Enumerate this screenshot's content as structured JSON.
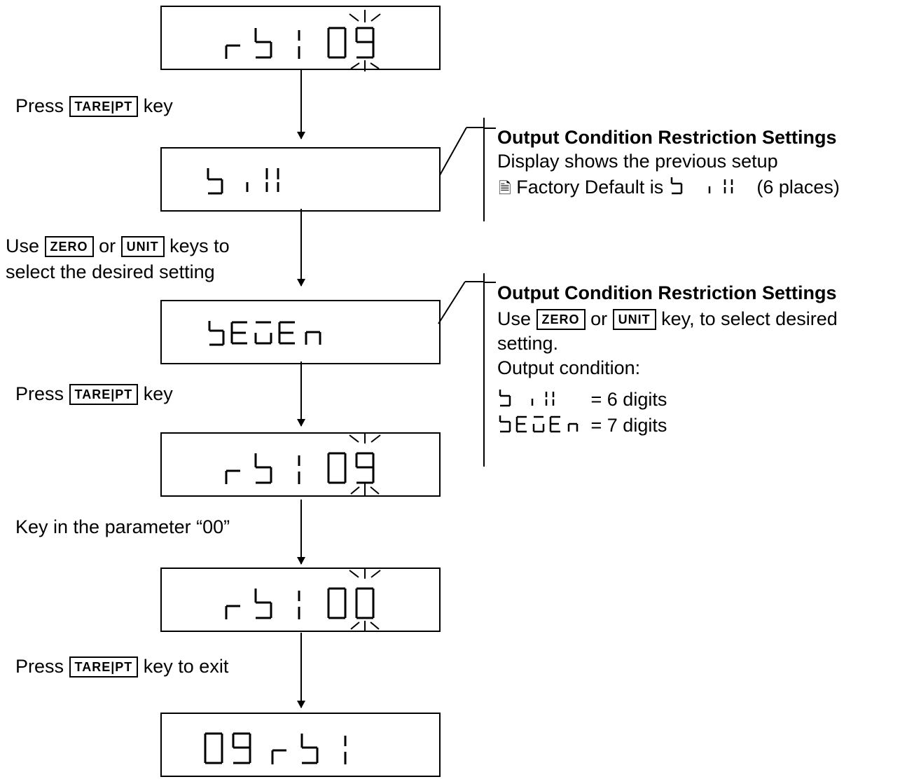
{
  "steps": {
    "s1": {
      "prefix": "Press",
      "key": "TARE|PT",
      "suffix": "key"
    },
    "s2": {
      "prefix": "Use",
      "key1": "ZERO",
      "or": "or",
      "key2": "UNIT",
      "suffix": "keys to",
      "line2": "select the desired setting"
    },
    "s3": {
      "prefix": "Press",
      "key": "TARE|PT",
      "suffix": "key"
    },
    "s4": {
      "text": "Key in the parameter “00”"
    },
    "s5": {
      "prefix": "Press",
      "key": "TARE|PT",
      "suffix": "key to exit"
    }
  },
  "displays": [
    "rb 1 09",
    "b 11",
    "bEUEn",
    "rb 1 09",
    "rb 1 00",
    "09 rb1"
  ],
  "notes": {
    "n1": {
      "title": "Output Condition Restriction Settings",
      "line1": "Display shows the previous setup",
      "line2_prefix": "Factory Default is",
      "line2_suffix": "(6 places)",
      "icon": "memo-icon"
    },
    "n2": {
      "title": "Output Condition Restriction Settings",
      "use": "Use",
      "key1": "ZERO",
      "or": "or",
      "key2": "UNIT",
      "rest": "key, to select desired",
      "line2": "setting.",
      "line3": "Output condition:",
      "opt1": "= 6 digits",
      "opt2": "= 7 digits"
    }
  }
}
